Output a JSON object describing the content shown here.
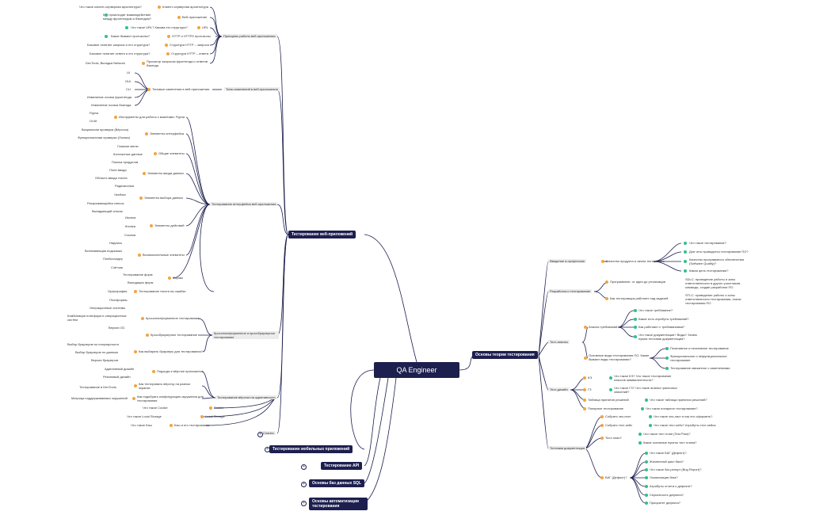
{
  "colors": {
    "main": "#1d1f4f",
    "line": "#1d1f4f",
    "orange": "#f4a340",
    "green": "#2fc08a"
  },
  "central": "QA Engineer",
  "branches": {
    "web": "Тестирование веб-приложений",
    "mobile": "Тестирование мобильных приложений",
    "api": "Тестирование API",
    "sql": "Основы баз данных SQL",
    "auto": "Основы автоматизации тестирования",
    "theory": "Основы теории тестирования"
  },
  "web": {
    "principles": "Принципы работы веб-приложения",
    "csa": "Клиент-серверная архитектура",
    "csa_q": "Что такое клиент-серверная архитектура?",
    "webapp": "Веб-приложение",
    "webapp_q": "Как происходит взаимодействие между фронтендом и бэкендом?",
    "url": "URL",
    "url_q": "Что такое URL? Какова его структура?",
    "http": "HTTP и HTTPS протоколы",
    "http_q": "Какие бывают протоколы?",
    "req": "Структура HTTP – запроса",
    "req_q": "Базовое понятие запроса и его структура?",
    "resp": "Структура HTTP – ответа",
    "resp_q": "Базовое понятие ответа и его структура?",
    "devtools_req": "Просмотр запросов фронтенда и ответов бэкенда",
    "devtools": "DevTools, Вкладка Network",
    "types_changes": "Типы изменений в веб-приложении",
    "types_main": "Типовые изменения в веб-приложении",
    "ui": "UI",
    "gui": "GUI",
    "cli": "CLI",
    "front_change": "Изменение логики фронтенда",
    "back_change": "Изменение логики бэкенда",
    "ui_testing": "Тестирование интерфейса веб-приложения",
    "tools_ui": "Инструменты для работы с макетами: Figma",
    "figma": "Figma",
    "uikit": "UI-kit",
    "ui_elements": "Элементы интерфейса",
    "visual": "Визуальная проверка (Вёрстка)",
    "functional": "Функциональная проверка (Логика)",
    "common": "Общие элементы",
    "header": "Главное меню",
    "footer": "Контактные данные",
    "product": "Поиска продуктов",
    "input_el": "Элементы ввода данных",
    "field": "Поле ввода",
    "textarea": "Область ввода текста",
    "select_el": "Элементы выбора данных",
    "radio": "Радиокнопка",
    "checkbox": "Чекбокс",
    "dropdown": "Раскрывающийся список",
    "list": "Выпадающий список",
    "action_el": "Элементы действий",
    "icon": "Иконка",
    "button": "Кнопка",
    "link": "Ссылка",
    "aux_el": "Вспомогательные элементы",
    "label": "Надпись",
    "tooltip": "Всплывающая подсказка",
    "placeholder": "Плейсхолдер",
    "counter": "Счётчик",
    "forms": "Формы",
    "form_test": "Тестирование форм",
    "form_valid": "Валидация форм",
    "spelling": "Тестирование текста на ошибки",
    "orfografiya": "Орфография",
    "cross": "Кроссплатформенное и кроссбраузерное тестирование",
    "platforms": "Платформы",
    "os": "Операционные системы",
    "combo": "Комбинации платформ и операционных систем",
    "os_version": "Версии ОС",
    "crossplat": "Кроссплатформенное тестирование",
    "crossbrow": "Кроссбраузерное тестирование",
    "choose": "Как выбирать браузеры для тестирования?",
    "pop": "Выбор браузеров по популярности",
    "data": "Выбор браузеров по данным",
    "versions": "Версии браузеров",
    "adaptive": "Тестирование вёрстки на адаптивность",
    "approaches": "Подходы к вёрстке приложения",
    "adaptive_design": "Адаптивный дизайн",
    "responsive": "Резиновый дизайн",
    "how_test": "Как тестировать вёрстку на разных экранах",
    "devtools2": "Тестирование в DevTools",
    "how_pick": "Как подобрать конфигурацию окружения для тестирования",
    "matrix": "Матрица поддерживаемых окружений",
    "cookie": "Cookie",
    "cookie_q": "Что такое Cookie",
    "local": "Local Storage",
    "local_q": "Что такое Local Storage",
    "cache": "Кэш и его тестирование",
    "cache_q": "Что такое Кэш",
    "charles": "Charles"
  },
  "theory": {
    "intro": "Введение в профессию",
    "quality": "Качество продукта и зачем тестировать",
    "q1": "Что такое тестирование?",
    "q2": "Для чего проводится тестирование ПО?",
    "q3": "Качество программного обеспечения (Software Quality)?",
    "q4": "Какая цель тестирования?",
    "dev": "Разработка и тестирование",
    "sdlc_q": "Программное: от идеи до утилизации",
    "sdlc": "SDLC: проведение работы и зоны ответственности в других участников команды, создан разработки ПО",
    "stlc_q": "Как тестировщик работает над задачей",
    "stlc": "STLC: проведение работы и зоны ответственности тестирования, этапы тестирования ПО",
    "analysis": "Тест-анализ",
    "req_analysis": "Анализ требований",
    "r1": "Что такое требование?",
    "r2": "Какие есть атрибуты требований?",
    "r3": "Как работают с требованиями?",
    "r4": "Что такое документация? Виды? Зачем нужна тестовая документация?",
    "types": "Основные виды тестирования ПО. Какие бывают виды тестирования?",
    "t1": "Позитивное и негативное тестирование",
    "t2": "Функциональное и нефункциональное тестирование",
    "t3": "Тестирование связанное с изменениями",
    "design": "Тест-дизайн",
    "ec": "КЭ",
    "ec_q": "Что такое КЭ? Что такое тестирование классов эквивалентности?",
    "bv": "ГЗ",
    "bv_q": "Что такое ГЗ? Что такое анализ граничных значений?",
    "dt": "Таблица принятия решений",
    "dt_q": "Что такое таблица принятия решений?",
    "pair": "Попарное тестирование",
    "pair_q": "Что такое попарное тестирование?",
    "docs": "Тестовая документация",
    "checklist": "Собрать чек-лист",
    "checklist_q": "Что такое чек-лист и как его оформить?",
    "case": "Собрать тест-кейс",
    "case_q": "Что такое тест-кейс? Атрибуты тест-кейса",
    "plan": "Тест-план?",
    "plan_q": "Что такое тест план (Test Plan)?",
    "plan_q2": "Какие основные пункты тест плана?",
    "bug": "БАГ (Дефект)?",
    "b1": "Что такое БАГ (Дефект)?",
    "b2": "Жизненный цикл бага?",
    "b3": "Что такое баг-репорт (Bug Report)?",
    "b4": "Локализация бага?",
    "b5": "Атрибуты отчета о дефекте?",
    "b6": "Серьезность дефекта?",
    "b7": "Приоритет дефекта?"
  }
}
